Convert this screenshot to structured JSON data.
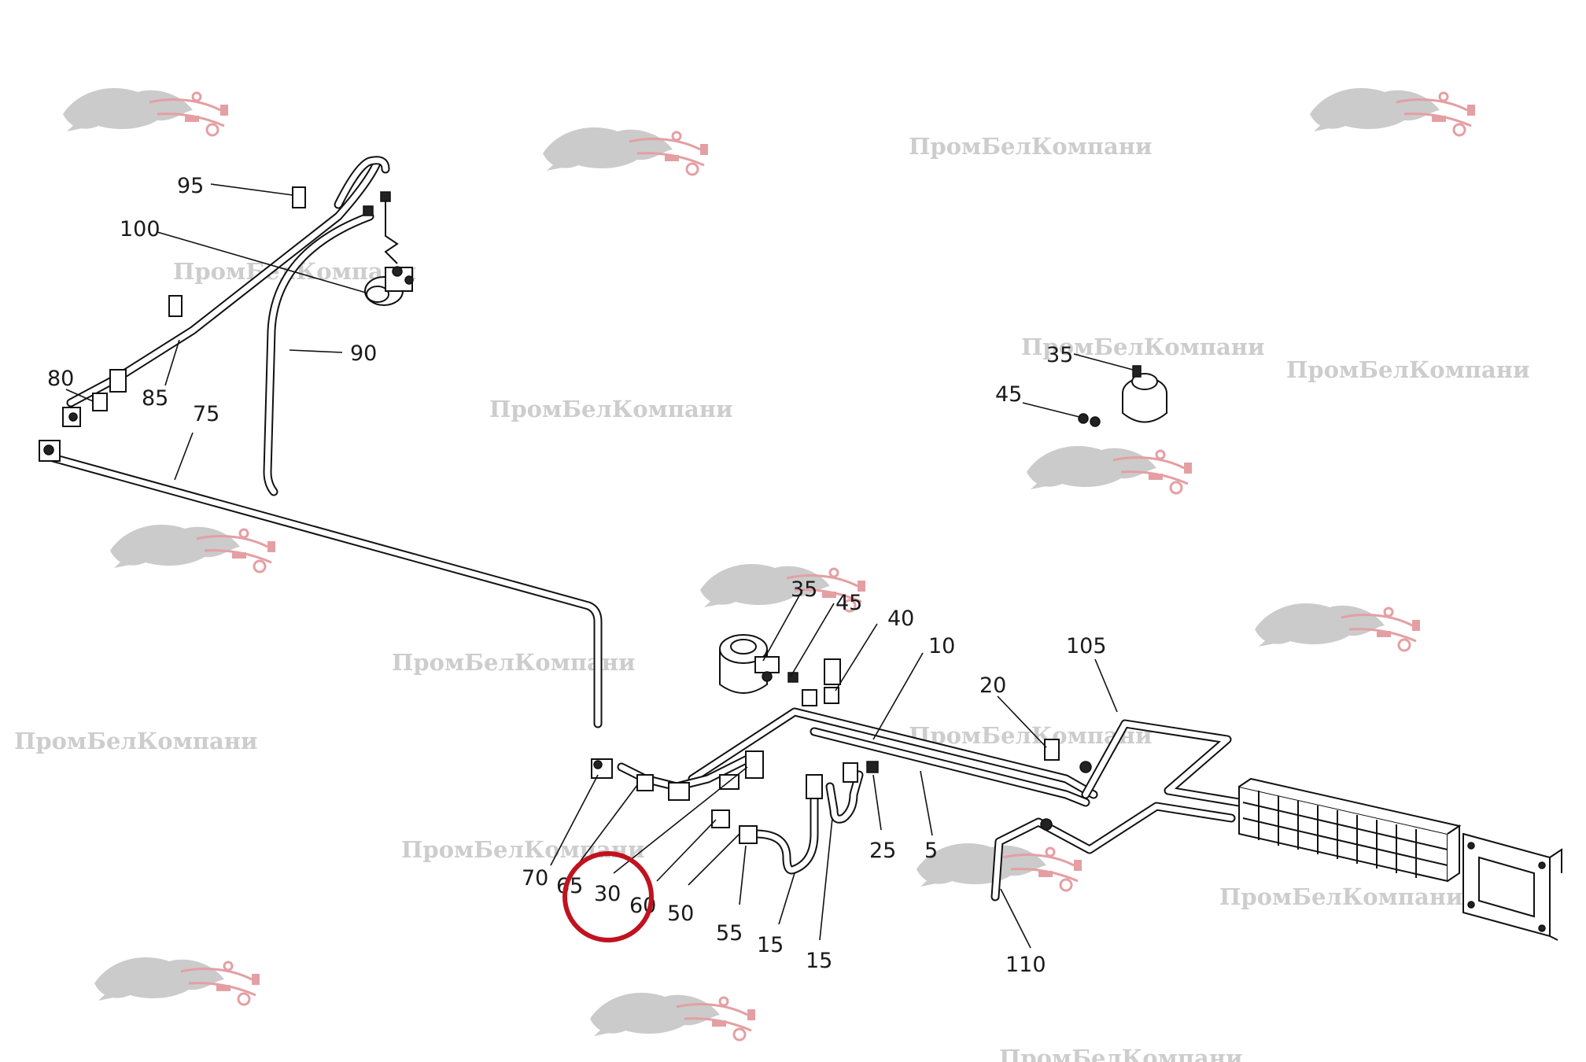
{
  "watermark": {
    "text": "ПромБелКомпани",
    "accent_color": "#e39a9f",
    "text_color": "#cdcdcd"
  },
  "callouts": [
    {
      "id": "c95",
      "label": "95"
    },
    {
      "id": "c100",
      "label": "100"
    },
    {
      "id": "c90",
      "label": "90"
    },
    {
      "id": "c80",
      "label": "80"
    },
    {
      "id": "c85",
      "label": "85"
    },
    {
      "id": "c75",
      "label": "75"
    },
    {
      "id": "c35a",
      "label": "35"
    },
    {
      "id": "c45a",
      "label": "45"
    },
    {
      "id": "c35b",
      "label": "35"
    },
    {
      "id": "c45b",
      "label": "45"
    },
    {
      "id": "c40",
      "label": "40"
    },
    {
      "id": "c10",
      "label": "10"
    },
    {
      "id": "c105",
      "label": "105"
    },
    {
      "id": "c20",
      "label": "20"
    },
    {
      "id": "c70",
      "label": "70"
    },
    {
      "id": "c65",
      "label": "65"
    },
    {
      "id": "c30",
      "label": "30"
    },
    {
      "id": "c60",
      "label": "60"
    },
    {
      "id": "c50",
      "label": "50"
    },
    {
      "id": "c55",
      "label": "55"
    },
    {
      "id": "c15a",
      "label": "15"
    },
    {
      "id": "c15b",
      "label": "15"
    },
    {
      "id": "c25",
      "label": "25"
    },
    {
      "id": "c5",
      "label": "5"
    },
    {
      "id": "c110",
      "label": "110"
    }
  ],
  "highlight": {
    "label": "30",
    "color": "#c1121f"
  }
}
